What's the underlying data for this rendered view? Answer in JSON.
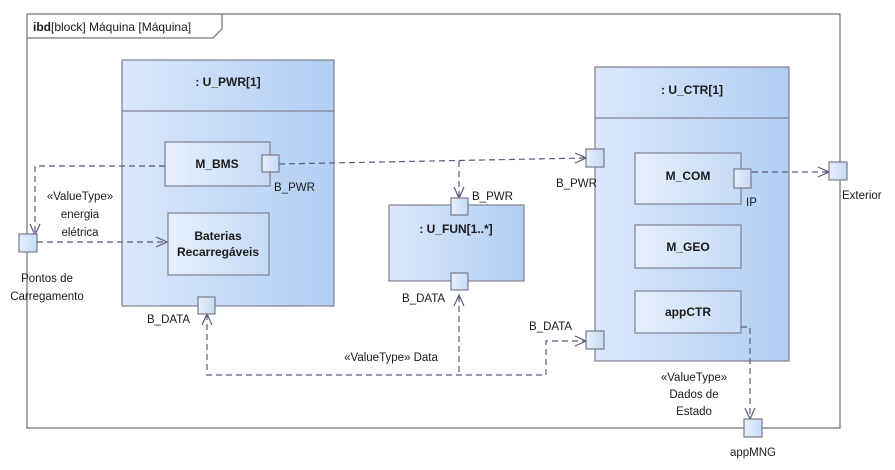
{
  "frame": {
    "kind": "ibd",
    "title_rest": "[block] Máquina [Máquina]"
  },
  "blocks": {
    "pwr": {
      "title": ": U_PWR[1]"
    },
    "fun": {
      "title": ": U_FUN[1..*]"
    },
    "ctr": {
      "title": ": U_CTR[1]"
    }
  },
  "parts": {
    "bms": "M_BMS",
    "baterias_line1": "Baterias",
    "baterias_line2": "Recarregáveis",
    "com": "M_COM",
    "geo": "M_GEO",
    "appctr": "appCTR"
  },
  "ports": {
    "bms_pwr": "B_PWR",
    "fun_pwr": "B_PWR",
    "ctr_pwr": "B_PWR",
    "pwr_data": "B_DATA",
    "fun_data": "B_DATA",
    "ctr_data": "B_DATA",
    "com_ip": "IP",
    "carregamento_line1": "Pontos de",
    "carregamento_line2": "Carregamento",
    "exterior": "Exterior",
    "appmng": "appMNG"
  },
  "connectors": {
    "energia_line1": "«ValueType»",
    "energia_line2": "energia",
    "energia_line3": "elétrica",
    "data": "«ValueType» Data",
    "estado_line1": "«ValueType»",
    "estado_line2": "Dados de",
    "estado_line3": "Estado"
  }
}
